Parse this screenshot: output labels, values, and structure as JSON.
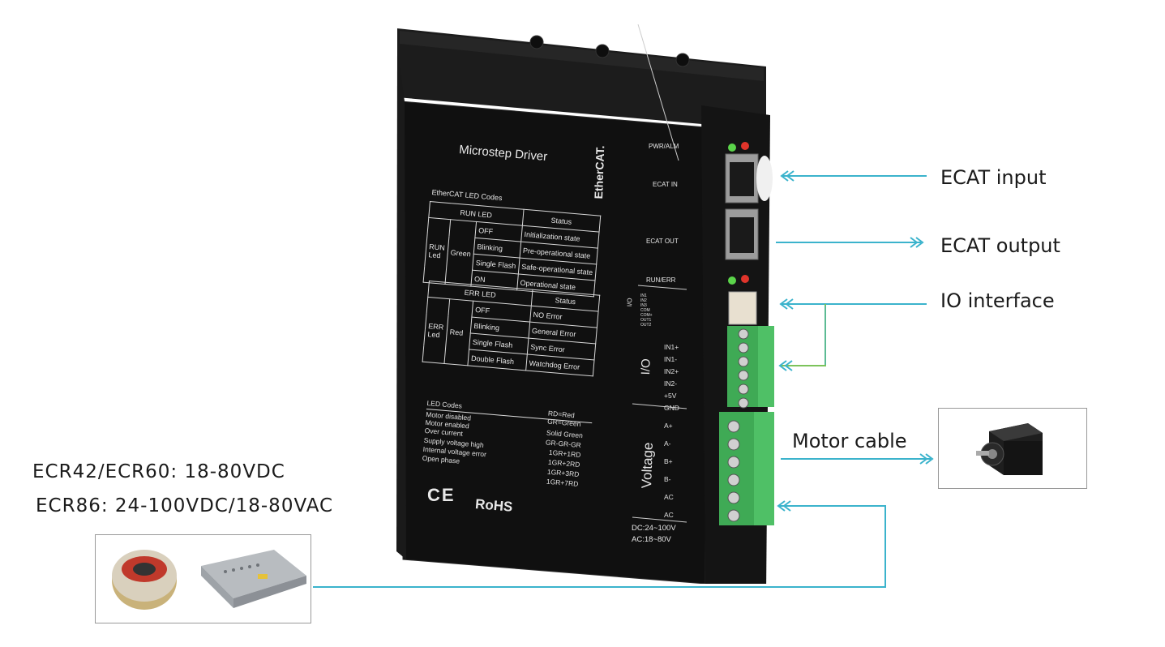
{
  "callouts": {
    "ecat_input": "ECAT input",
    "ecat_output": "ECAT output",
    "io_interface": "IO interface",
    "motor_cable": "Motor cable"
  },
  "power_spec": {
    "line1": "ECR42/ECR60: 18-80VDC",
    "line2": "ECR86: 24-100VDC/18-80VAC"
  },
  "driver": {
    "title": "Microstep Driver",
    "ethercat_logo": "EtherCAT.",
    "led_codes_title": "EtherCAT LED Codes",
    "run_led": {
      "header": "RUN LED",
      "status_header": "Status",
      "led": "RUN Led",
      "color": "Green",
      "rows": [
        {
          "state": "OFF",
          "status": "Initialization state"
        },
        {
          "state": "Blinking",
          "status": "Pre-operational state"
        },
        {
          "state": "Single Flash",
          "status": "Safe-operational state"
        },
        {
          "state": "ON",
          "status": "Operational state"
        }
      ]
    },
    "err_led": {
      "header": "ERR LED",
      "status_header": "Status",
      "led": "ERR Led",
      "color": "Red",
      "rows": [
        {
          "state": "OFF",
          "status": "NO Error"
        },
        {
          "state": "Blinking",
          "status": "General Error"
        },
        {
          "state": "Single Flash",
          "status": "Sync Error"
        },
        {
          "state": "Double Flash",
          "status": "Watchdog Error"
        }
      ]
    },
    "led_codes": {
      "title": "LED Codes",
      "legend1": "RD=Red",
      "legend2": "GR=Green",
      "rows": [
        {
          "label": "Motor disabled",
          "code": ""
        },
        {
          "label": "Motor enabled",
          "code": "Solid Green"
        },
        {
          "label": "Over current",
          "code": "GR-GR-GR"
        },
        {
          "label": "Supply voltage high",
          "code": "1GR+1RD"
        },
        {
          "label": "Internal voltage error",
          "code": "1GR+2RD"
        },
        {
          "label": "Open phase",
          "code": "1GR+3RD"
        },
        {
          "label": "",
          "code": "1GR+7RD"
        }
      ]
    },
    "ce_mark": "CE",
    "rohs_mark": "RoHS",
    "side_labels": {
      "pwr_alm": "PWR/ALM",
      "ecat_in": "ECAT  IN",
      "ecat_out": "ECAT  OUT",
      "run_err": "RUN/ERR",
      "io": "I/O",
      "io_big": "I/O",
      "voltage": "Voltage",
      "dc_range": "DC:24~100V",
      "ac_range": "AC:18~80V"
    },
    "io_pins": [
      "IN1+",
      "IN1-",
      "IN2+",
      "IN2-",
      "+5V",
      "GND"
    ],
    "motor_pins": [
      "A+",
      "A-",
      "B+",
      "B-",
      "AC",
      "AC"
    ],
    "small_io_pins": [
      "IN1",
      "IN2",
      "IN3",
      "COM",
      "COM+",
      "OUT1",
      "OUT2"
    ]
  }
}
